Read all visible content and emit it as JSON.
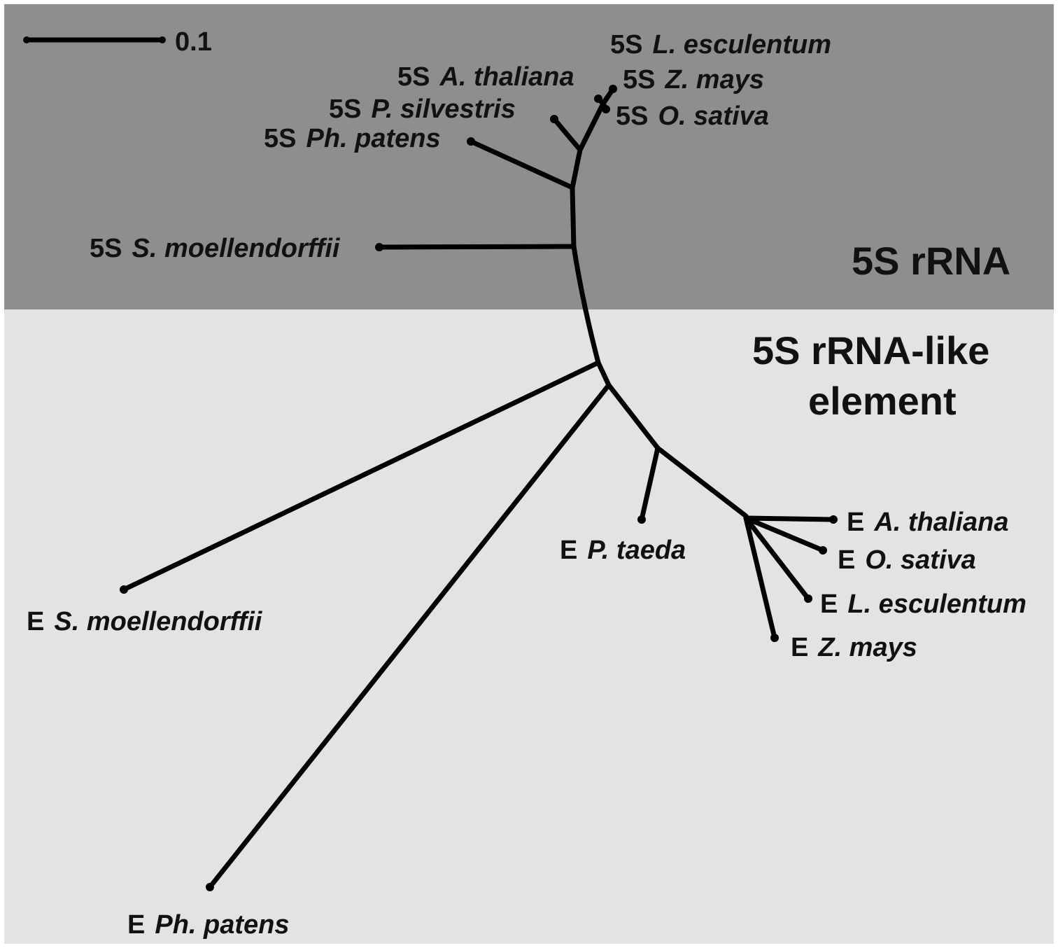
{
  "scale_bar": {
    "label": "0.1",
    "value": 0.1
  },
  "regions": {
    "top": {
      "label": "5S rRNA",
      "color": "#8e8e8e"
    },
    "bottom": {
      "label_line1": "5S rRNA-like",
      "label_line2": "element",
      "color": "#e3e3e3"
    }
  },
  "taxa_5s": [
    {
      "prefix": "5S",
      "species": "L. esculentum"
    },
    {
      "prefix": "5S",
      "species": "A. thaliana"
    },
    {
      "prefix": "5S",
      "species": "Z. mays"
    },
    {
      "prefix": "5S",
      "species": "P. silvestris"
    },
    {
      "prefix": "5S",
      "species": "O. sativa"
    },
    {
      "prefix": "5S",
      "species": "Ph. patens"
    },
    {
      "prefix": "5S",
      "species": "S. moellendorffii"
    }
  ],
  "taxa_e": [
    {
      "prefix": "E",
      "species": "A. thaliana"
    },
    {
      "prefix": "E",
      "species": "O. sativa"
    },
    {
      "prefix": "E",
      "species": "L. esculentum"
    },
    {
      "prefix": "E",
      "species": "Z. mays"
    },
    {
      "prefix": "E",
      "species": "P. taeda"
    },
    {
      "prefix": "E",
      "species": "S. moellendorffii"
    },
    {
      "prefix": "E",
      "species": "Ph. patens"
    }
  ]
}
